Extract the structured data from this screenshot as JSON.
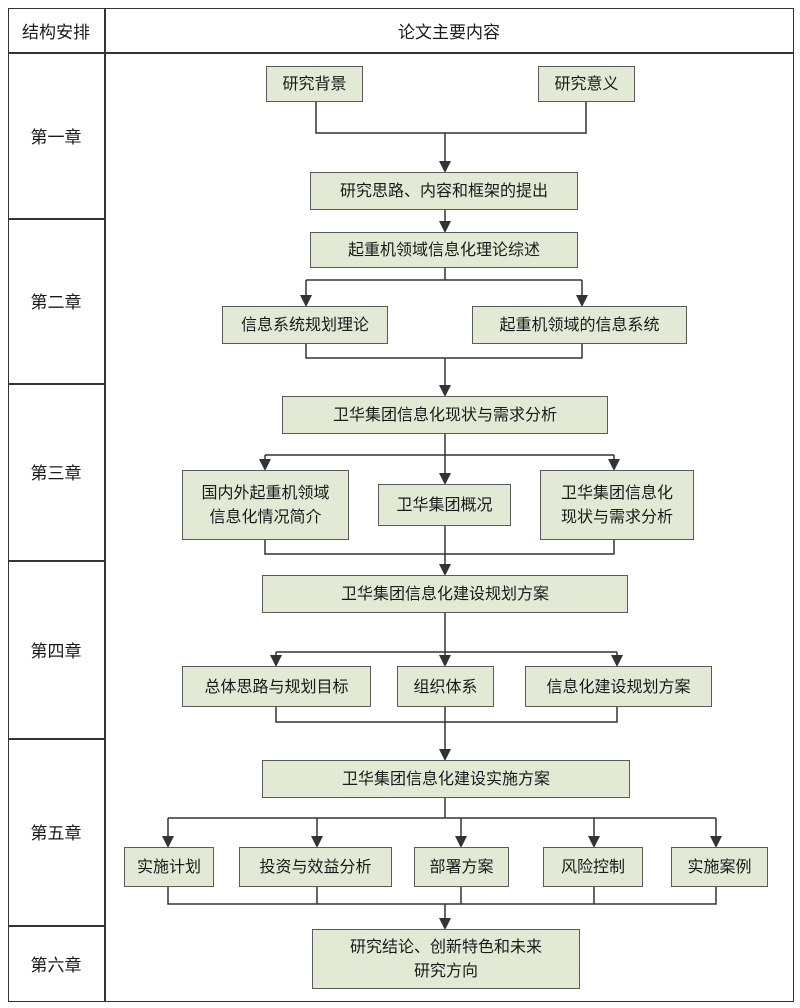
{
  "header": {
    "left": "结构安排",
    "right": "论文主要内容"
  },
  "chapters": [
    "第一章",
    "第二章",
    "第三章",
    "第四章",
    "第五章",
    "第六章"
  ],
  "boxes": {
    "bg": "研究背景",
    "meaning": "研究意义",
    "idea": "研究思路、内容和框架的提出",
    "review": "起重机领域信息化理论综述",
    "isp": "信息系统规划理论",
    "crane_is": "起重机领域的信息系统",
    "status": "卫华集团信息化现状与需求分析",
    "domestic": "国内外起重机领域\n信息化情况简介",
    "overview": "卫华集团概况",
    "status2": "卫华集团信息化\n现状与需求分析",
    "plan": "卫华集团信息化建设规划方案",
    "goal": "总体思路与规划目标",
    "org": "组织体系",
    "planscheme": "信息化建设规划方案",
    "impl": "卫华集团信息化建设实施方案",
    "schedule": "实施计划",
    "invest": "投资与效益分析",
    "deploy": "部署方案",
    "risk": "风险控制",
    "case": "实施案例",
    "conclusion": "研究结论、创新特色和未来\n研究方向"
  },
  "colors": {
    "box_fill": "#e2ead6",
    "line": "#333333"
  }
}
